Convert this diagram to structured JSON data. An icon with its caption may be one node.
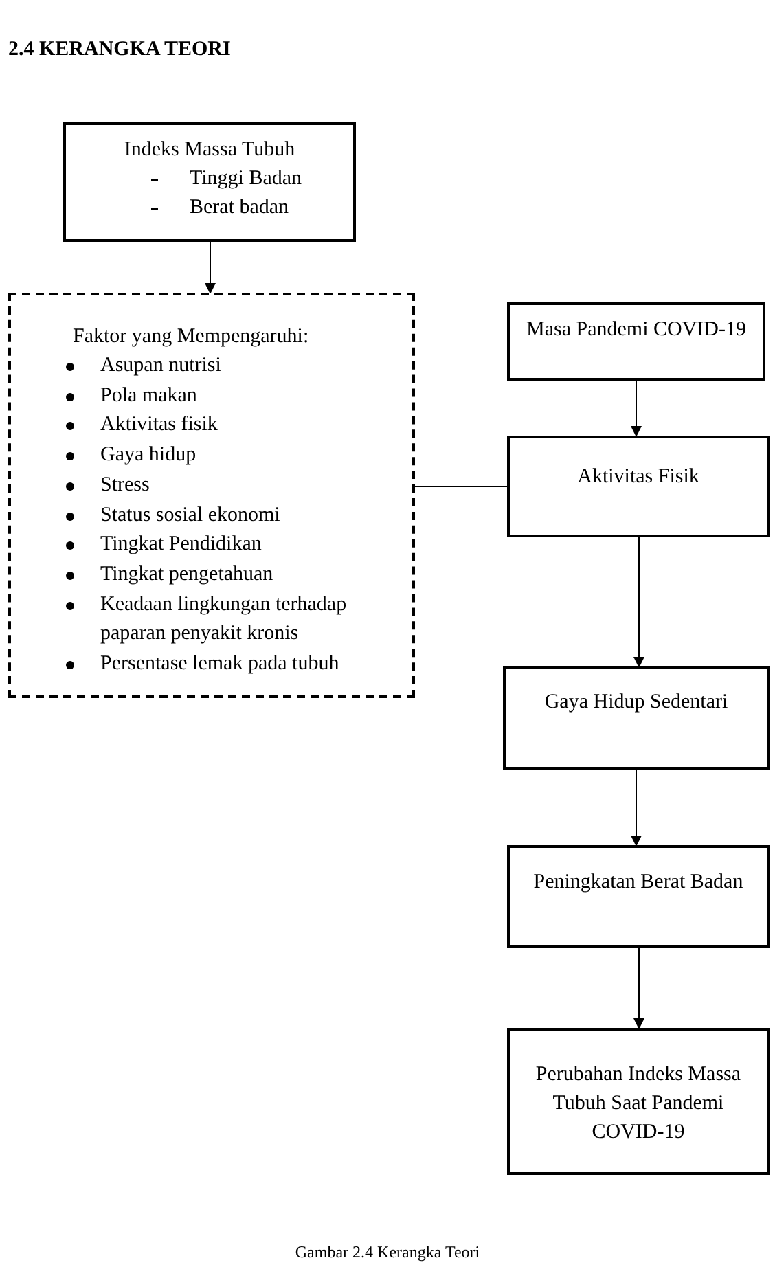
{
  "diagram": {
    "title": "2.4 KERANGKA TEORI",
    "caption": "Gambar 2.4 Kerangka Teori",
    "nodes": [
      {
        "text": [
          "Indeks Massa Tubuh",
          "Tinggi Badan",
          "Berat badan"
        ]
      },
      {
        "text": [
          "Faktor yang Mempengaruhi:",
          "Asupan nutrisi",
          "Pola makan",
          "Aktivitas fisik",
          "Gaya hidup",
          "Stress",
          "Status sosial ekonomi",
          "Tingkat Pendidikan",
          "Tingkat pengetahuan",
          "Keadaan lingkungan terhadap paparan penyakit kronis",
          "Persentase lemak pada tubuh"
        ]
      },
      {
        "text": [
          "Masa Pandemi COVID-19"
        ]
      },
      {
        "text": [
          "Aktivitas Fisik"
        ]
      },
      {
        "text": [
          "Gaya Hidup Sedentari"
        ]
      },
      {
        "text": [
          "Peningkatan Berat Badan"
        ]
      },
      {
        "text": [
          "Perubahan Indeks Massa Tubuh Saat Pandemi COVID-19"
        ]
      }
    ],
    "edges": [
      {
        "from": 0,
        "to": 1,
        "arrow": "to"
      },
      {
        "from": 1,
        "to": 3,
        "arrow": "none"
      },
      {
        "from": 2,
        "to": 3,
        "arrow": "to"
      },
      {
        "from": 3,
        "to": 4,
        "arrow": "to"
      },
      {
        "from": 4,
        "to": 5,
        "arrow": "to"
      },
      {
        "from": 5,
        "to": 6,
        "arrow": "to"
      }
    ]
  }
}
